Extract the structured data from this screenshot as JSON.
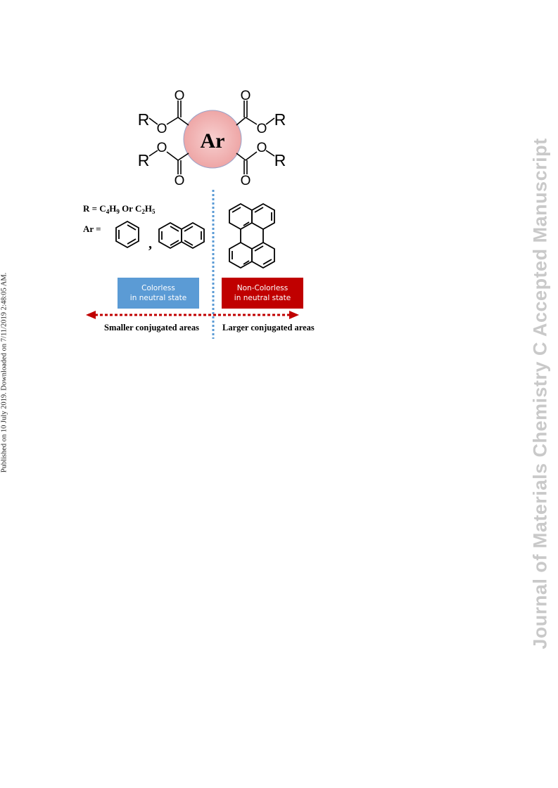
{
  "sidebar_note": "Published on 10 July 2019. Downloaded on 7/11/2019 2:48:05 AM.",
  "watermark": "Journal of Materials Chemistry C Accepted Manuscript",
  "figure": {
    "core_label": "Ar",
    "r_group": "R",
    "oxygen": "O",
    "r_definition": {
      "prefix": "R  = C",
      "c4": "4",
      "h": "H",
      "h9": "9",
      "or": " Or  C",
      "c2": "2",
      "h5": "5"
    },
    "ar_label": "Ar =",
    "comma": ",",
    "box_left": {
      "line1": "Colorless",
      "line2": "in neutral state"
    },
    "box_right": {
      "line1": "Non-Colorless",
      "line2": "in neutral state"
    },
    "caption_left": "Smaller conjugated areas",
    "caption_right": "Larger conjugated areas",
    "colors": {
      "blue_box": "#5b9bd5",
      "red_box": "#c00000",
      "arrow": "#c00000",
      "divider": "#5b9bd5",
      "core_fill": "#f2b8b8"
    }
  }
}
